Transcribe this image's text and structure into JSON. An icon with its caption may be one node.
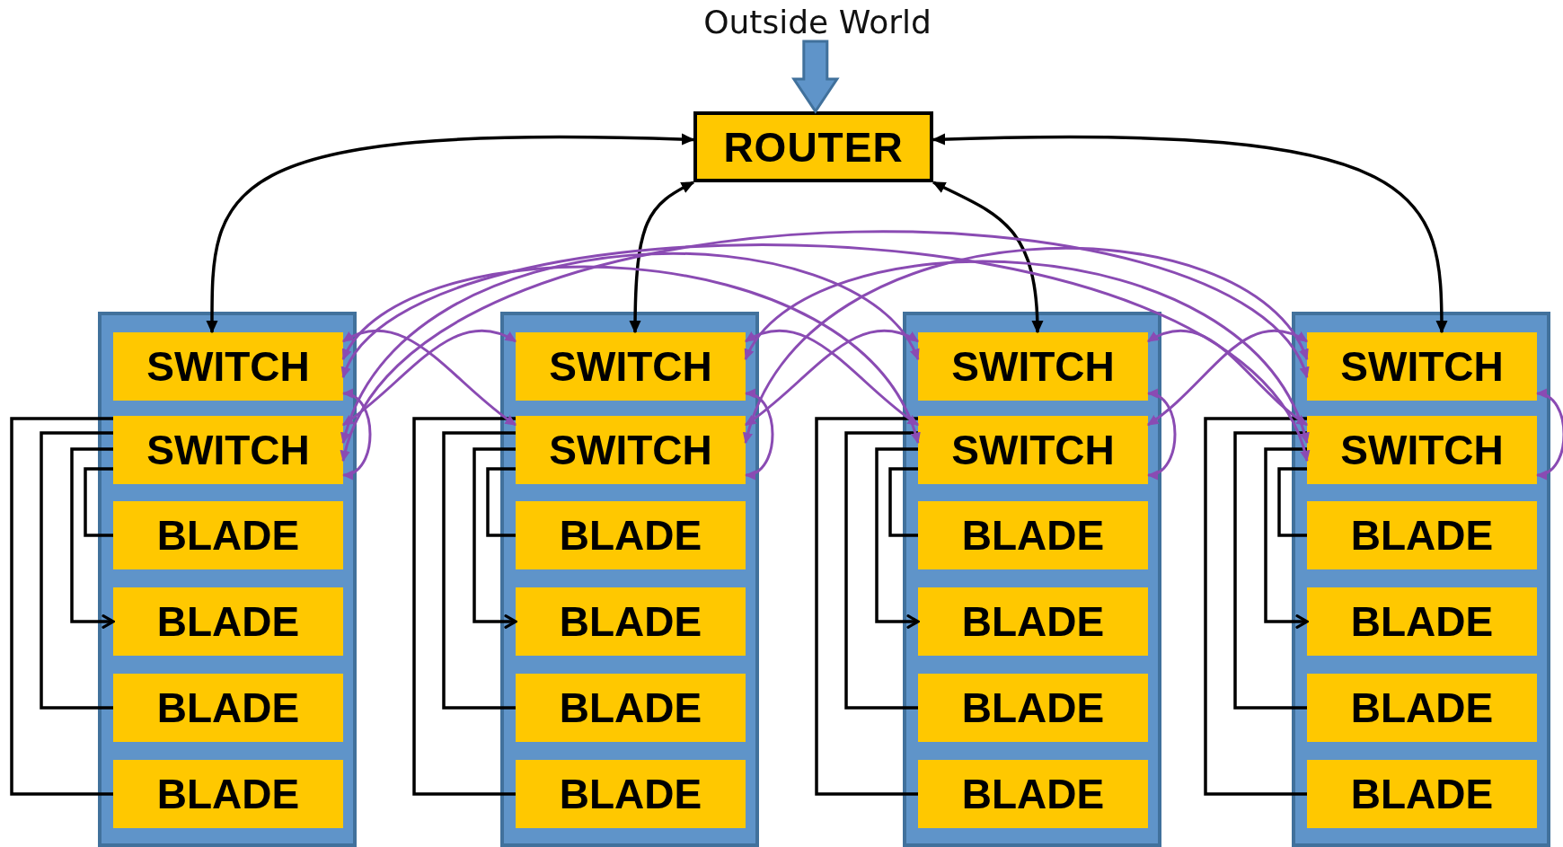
{
  "diagram": {
    "nodes": [
      {
        "text": [
          "Outside World"
        ]
      },
      {
        "text": [
          "ROUTER"
        ]
      },
      {
        "text": [],
        "shape": "box"
      },
      {
        "text": [
          "SWITCH"
        ],
        "in": 2
      },
      {
        "text": [
          "SWITCH"
        ],
        "in": 2
      },
      {
        "text": [
          "BLADE"
        ],
        "in": 2
      },
      {
        "text": [
          "BLADE"
        ],
        "in": 2
      },
      {
        "text": [
          "BLADE"
        ],
        "in": 2
      },
      {
        "text": [
          "BLADE"
        ],
        "in": 2
      },
      {
        "text": [],
        "shape": "box"
      },
      {
        "text": [
          "SWITCH"
        ],
        "in": 9
      },
      {
        "text": [
          "SWITCH"
        ],
        "in": 9
      },
      {
        "text": [
          "BLADE"
        ],
        "in": 9
      },
      {
        "text": [
          "BLADE"
        ],
        "in": 9
      },
      {
        "text": [
          "BLADE"
        ],
        "in": 9
      },
      {
        "text": [
          "BLADE"
        ],
        "in": 9
      },
      {
        "text": [],
        "shape": "box"
      },
      {
        "text": [
          "SWITCH"
        ],
        "in": 16
      },
      {
        "text": [
          "SWITCH"
        ],
        "in": 16
      },
      {
        "text": [
          "BLADE"
        ],
        "in": 16
      },
      {
        "text": [
          "BLADE"
        ],
        "in": 16
      },
      {
        "text": [
          "BLADE"
        ],
        "in": 16
      },
      {
        "text": [
          "BLADE"
        ],
        "in": 16
      },
      {
        "text": [],
        "shape": "box"
      },
      {
        "text": [
          "SWITCH"
        ],
        "in": 23
      },
      {
        "text": [
          "SWITCH"
        ],
        "in": 23
      },
      {
        "text": [
          "BLADE"
        ],
        "in": 23
      },
      {
        "text": [
          "BLADE"
        ],
        "in": 23
      },
      {
        "text": [
          "BLADE"
        ],
        "in": 23
      },
      {
        "text": [
          "BLADE"
        ],
        "in": 23
      }
    ],
    "edges": [
      {
        "from": 0,
        "to": 1,
        "arrow": "to",
        "style": "thick",
        "color": "#5f94c9"
      },
      {
        "from": 1,
        "to": 3,
        "arrow": "both"
      },
      {
        "from": 1,
        "to": 10,
        "arrow": "both"
      },
      {
        "from": 1,
        "to": 17,
        "arrow": "both"
      },
      {
        "from": 1,
        "to": 24,
        "arrow": "both"
      },
      {
        "from": 4,
        "to": 5,
        "arrow": "none"
      },
      {
        "from": 4,
        "to": 6,
        "arrow": "to"
      },
      {
        "from": 4,
        "to": 7,
        "arrow": "none"
      },
      {
        "from": 4,
        "to": 8,
        "arrow": "none"
      },
      {
        "from": 11,
        "to": 12,
        "arrow": "none"
      },
      {
        "from": 11,
        "to": 13,
        "arrow": "to"
      },
      {
        "from": 11,
        "to": 14,
        "arrow": "none"
      },
      {
        "from": 11,
        "to": 15,
        "arrow": "none"
      },
      {
        "from": 18,
        "to": 19,
        "arrow": "none"
      },
      {
        "from": 18,
        "to": 20,
        "arrow": "to"
      },
      {
        "from": 18,
        "to": 21,
        "arrow": "none"
      },
      {
        "from": 18,
        "to": 22,
        "arrow": "none"
      },
      {
        "from": 25,
        "to": 26,
        "arrow": "none"
      },
      {
        "from": 25,
        "to": 27,
        "arrow": "to"
      },
      {
        "from": 25,
        "to": 28,
        "arrow": "none"
      },
      {
        "from": 25,
        "to": 29,
        "arrow": "none"
      },
      {
        "from": 3,
        "to": 4,
        "arrow": "both",
        "color": "#8a4bb3"
      },
      {
        "from": 10,
        "to": 11,
        "arrow": "both",
        "color": "#8a4bb3"
      },
      {
        "from": 17,
        "to": 18,
        "arrow": "both",
        "color": "#8a4bb3"
      },
      {
        "from": 24,
        "to": 25,
        "arrow": "both",
        "color": "#8a4bb3"
      },
      {
        "from": 3,
        "to": 11,
        "arrow": "both",
        "color": "#8a4bb3"
      },
      {
        "from": 3,
        "to": 18,
        "arrow": "both",
        "color": "#8a4bb3"
      },
      {
        "from": 3,
        "to": 25,
        "arrow": "both",
        "color": "#8a4bb3"
      },
      {
        "from": 4,
        "to": 10,
        "arrow": "both",
        "color": "#8a4bb3"
      },
      {
        "from": 4,
        "to": 17,
        "arrow": "both",
        "color": "#8a4bb3"
      },
      {
        "from": 4,
        "to": 24,
        "arrow": "both",
        "color": "#8a4bb3"
      },
      {
        "from": 10,
        "to": 18,
        "arrow": "both",
        "color": "#8a4bb3"
      },
      {
        "from": 10,
        "to": 25,
        "arrow": "both",
        "color": "#8a4bb3"
      },
      {
        "from": 11,
        "to": 17,
        "arrow": "both",
        "color": "#8a4bb3"
      },
      {
        "from": 11,
        "to": 24,
        "arrow": "both",
        "color": "#8a4bb3"
      },
      {
        "from": 17,
        "to": 25,
        "arrow": "both",
        "color": "#8a4bb3"
      },
      {
        "from": 18,
        "to": 24,
        "arrow": "both",
        "color": "#8a4bb3"
      }
    ]
  }
}
